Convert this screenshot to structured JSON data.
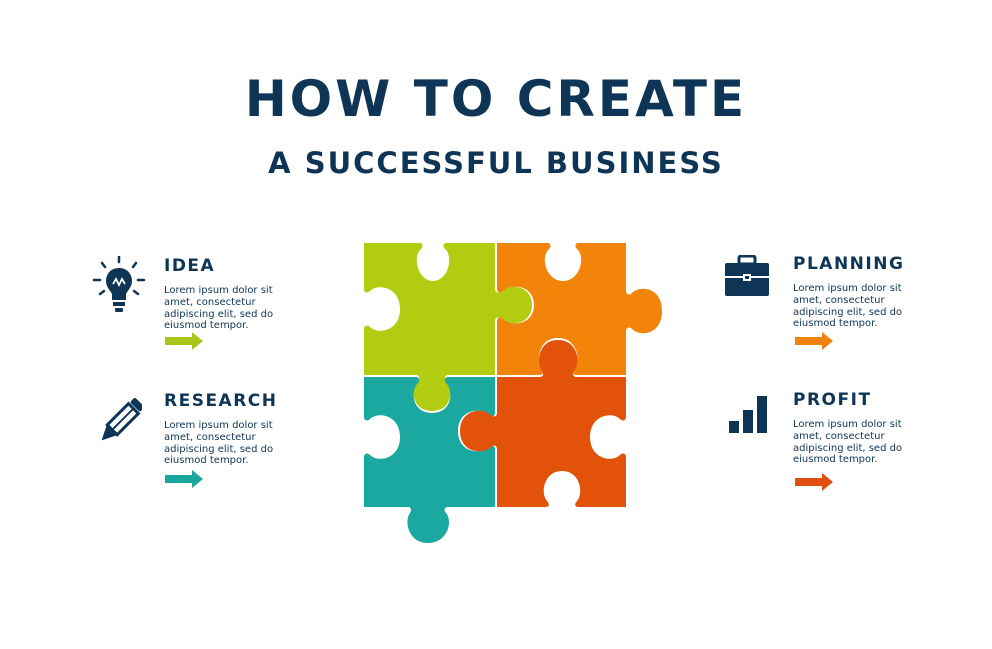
{
  "title": {
    "line1": "HOW TO CREATE",
    "line2": "A SUCCESSFUL BUSINESS"
  },
  "blocks": [
    {
      "heading": "IDEA",
      "icon": "lightbulb-icon",
      "arrow_color": "#a8c61a",
      "lines": [
        "Lorem ipsum dolor sit",
        "amet, consectetur",
        "adipiscing elit, sed do",
        "eiusmod tempor."
      ]
    },
    {
      "heading": "RESEARCH",
      "icon": "pencil-icon",
      "arrow_color": "#19a49c",
      "lines": [
        "Lorem ipsum dolor sit",
        "amet, consectetur",
        "adipiscing elit, sed do",
        "eiusmod tempor."
      ]
    },
    {
      "heading": "PLANNING",
      "icon": "briefcase-icon",
      "arrow_color": "#f0820e",
      "lines": [
        "Lorem ipsum dolor sit",
        "amet, consectetur",
        "adipiscing elit, sed do",
        "eiusmod tempor."
      ]
    },
    {
      "heading": "PROFIT",
      "icon": "bar-chart-icon",
      "arrow_color": "#e04f0f",
      "lines": [
        "Lorem ipsum dolor sit",
        "amet, consectetur",
        "adipiscing elit, sed do",
        "eiusmod tempor."
      ]
    }
  ],
  "puzzle": {
    "pieces": [
      {
        "name": "top-left",
        "color": "#b2cc12"
      },
      {
        "name": "top-right",
        "color": "#f28409"
      },
      {
        "name": "bottom-left",
        "color": "#1ba8a0"
      },
      {
        "name": "bottom-right",
        "color": "#e2520a"
      }
    ]
  },
  "colors": {
    "primary": "#0f3556",
    "background": "#ffffff"
  }
}
